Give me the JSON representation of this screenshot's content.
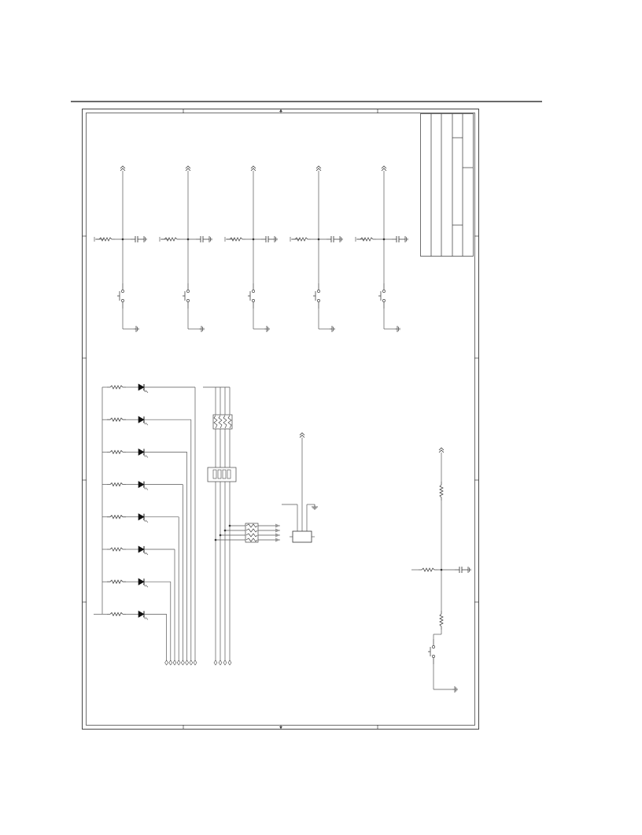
{
  "document": {
    "type": "schematic-sheet",
    "title_block": {
      "fields": []
    }
  },
  "colors": {
    "wire": "#555555",
    "border": "#333333",
    "ink": "#111111",
    "net_arrow": "#999999",
    "background": "#ffffff"
  },
  "schematic": {
    "pushbutton_circuits": 5,
    "led_circuits": 8,
    "bus_lines": 4,
    "reset_circuits": 1,
    "symbols": [
      "resistor",
      "capacitor",
      "ground",
      "vcc",
      "pushbutton",
      "led",
      "resistor-network",
      "dip-switch",
      "connector",
      "ic"
    ]
  }
}
